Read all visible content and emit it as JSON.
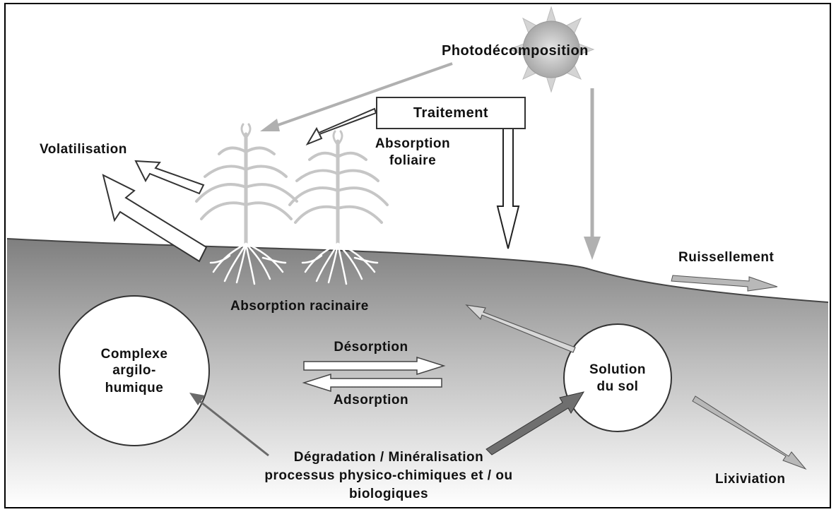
{
  "labels": {
    "photodecomposition": "Photodécomposition",
    "traitement": "Traitement",
    "volatilisation": "Volatilisation",
    "absorption_foliaire_1": "Absorption",
    "absorption_foliaire_2": "foliaire",
    "ruissellement": "Ruissellement",
    "absorption_racinaire": "Absorption racinaire",
    "desorption": "Désorption",
    "adsorption": "Adsorption",
    "complexe_1": "Complexe",
    "complexe_2": "argilo-",
    "complexe_3": "humique",
    "solution_1": "Solution",
    "solution_2": "du sol",
    "degradation_1": "Dégradation / Minéralisation",
    "degradation_2": "processus physico-chimiques et / ou",
    "degradation_3": "biologiques",
    "lixiviation": "Lixiviation"
  },
  "colors": {
    "soil_top": "#8a8a8a",
    "soil_bottom": "#ffffff",
    "plant": "#c8c8c8",
    "arrow_gray": "#b0b0b0",
    "arrow_dark": "#666666",
    "sun": "#c8c8c8"
  },
  "icons": [
    "sun-icon",
    "plant-icon",
    "roots-icon"
  ]
}
